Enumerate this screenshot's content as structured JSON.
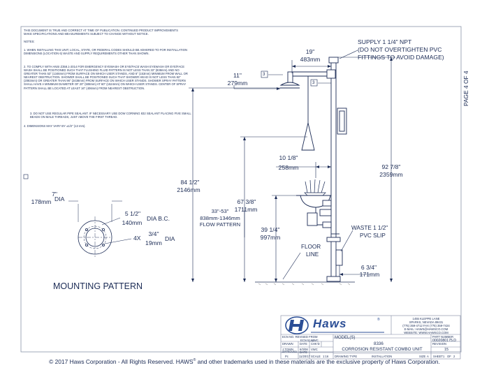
{
  "header_note": [
    "THIS DOCUMENT IS TRUE AND CORRECT AT TIME OF PUBLICATION. CONTINUED PRODUCT IMPROVEMENTS",
    "MAKE SPECIFICATIONS AND MEASUREMENTS SUBJECT TO CHANGE WITHOUT NOTICE."
  ],
  "notes_title": "NOTES:",
  "notes": [
    "1. WHEN INSTALLING THIS UNIT, LOCAL, STATE, OR FEDERAL CODES SHOULD BE ADHERED TO FOR INSTALLATION DIMENSIONS (LOCATION 6) WASTE AND SUPPLY REQUIREMENTS OTHER THAN SHOWN.",
    "2. TO COMPLY WITH ANSI Z358.1-2014 FOR EMERGENCY EYEWASH OR EYE/FACE WASH EYEWASH OR EYE/FACE WASH SHALL BE POSITIONED SUCH THAT FLUSHING FLUID PATTERN IS NOT LESS THAN 33\" (838mm) AND NO GREATER THAN 53\" (1346mm) FROM SURFACE ON WHICH USER STANDS, AND 6\" (153mm) MINIMUM FROM WALL OR NEAREST OBSTRUCTION. SHOWER SHALL BE POSITIONED SUCH THAT SHOWER HEAD IS NOT LESS THAN 82\" (2083mm) OR GREATER THAN 96\" (2438mm) FROM SURFACE ON WHICH USER STANDS. SHOWER SPRAY PATTERN SHALL HAVE A MINIMUM DIAMETER OF 20\" (508mm) AT 60\" (1524mm) ON WHICH USER STANDS. CENTER OF SPRAY PATTERN SHALL BE LOCATED AT LEAST 16\" (406mm) FROM NEAREST OBSTRUCTION.",
    "3. DO NOT USE REGULAR PIPE SEALANT. IF NECESSARY USE DOW CORNING 832 SEALANT PLACING FIVE SMALL BEADS ON MALE THREADS, JUST ABOVE THE FIRST THREAD.",
    "4. DIMENSIONS MAY VARY BY ±1/2\" (13 mm)."
  ],
  "page_label": "PAGE 4 OF 4",
  "supply": [
    "SUPPLY 1 1/4\" NPT",
    "(DO NOT OVERTIGHTEN PVC",
    "FITTINGS TO AVOID DAMAGE)"
  ],
  "dims": {
    "d19": [
      "19\"",
      "483mm"
    ],
    "d11": [
      "11\"",
      "279mm"
    ],
    "d10": [
      "10 1/8\"",
      "258mm"
    ],
    "d84": [
      "84 1/2\"",
      "2146mm"
    ],
    "d67": [
      "67 3/8\"",
      "1711mm"
    ],
    "d39": [
      "39 1/4\"",
      "997mm"
    ],
    "d92": [
      "92 7/8\"",
      "2359mm"
    ],
    "d6": [
      "6 3/4\"",
      "171mm"
    ],
    "flow": [
      "33\"-53\"",
      "838mm-1346mm",
      "FLOW PATTERN"
    ]
  },
  "callout_3": "3",
  "callout_3b": "3",
  "waste": [
    "WASTE 1 1/2\"",
    "PVC SLIP"
  ],
  "floor": [
    "FLOOR",
    "LINE"
  ],
  "mount": {
    "dia": [
      "7\"",
      "178mm"
    ],
    "dia_label": "DIA",
    "bc": [
      "5 1/2\"",
      "140mm"
    ],
    "bc_label": "DIA B.C.",
    "holes_count": "4X",
    "holes": [
      "3/4\"",
      "19mm"
    ],
    "holes_label": "DIA",
    "title": "MOUNTING PATTERN"
  },
  "titleblock": {
    "logo_text": "Haws",
    "logo_mark": "®",
    "address": [
      "1455 KLEPPE LANE",
      "SPARKS, NEVADA 89431",
      "(775) 359-4712 FAX (775) 359-7424",
      "E-MAIL: HAWS@HAWSCO.COM",
      "WEBSITE: WWW.HAWSCO.COM"
    ],
    "model_label": "MODEL(S)",
    "model": "8336",
    "description": "CORROSION RESISTANT COMBO UNIT",
    "part_number_label": "PART NUMBER",
    "part_number": "0002080175.D",
    "revision_label": "REVISION",
    "revision": "15",
    "revisions_label": "ECN NO. REVISED FROM",
    "ecn": "ECN 5141",
    "ecn_by": "VWC",
    "drawn_label": "DRAWN",
    "drawn": "J.TOWN",
    "date_label": "DATE",
    "date1": "6/3/08",
    "chk_label": "CHK'D",
    "chk": "VWC",
    "approved_label": "APPROVED",
    "approved": "Pc",
    "date2_label": "DATE",
    "date2": "11/20/17",
    "scale_label": "SCALE",
    "scale": "1:16",
    "drawing_type_label": "DRAWING TYPE",
    "drawing_type": "INSTALLATION",
    "size_label": "SIZE",
    "size": "A",
    "sheet_label": "SHEET",
    "sheet": "1",
    "of_label": "OF",
    "of": "2"
  },
  "copyright": {
    "pre": "© 2017 Haws Corporation - All Rights Reserved.  HAWS",
    "mark": "®",
    "post": " and other trademarks used in these materials are the exclusive property of Haws Corporation."
  },
  "colors": {
    "line": "#1b2b55",
    "border": "#8a93a8",
    "logo": "#2b4e96"
  }
}
